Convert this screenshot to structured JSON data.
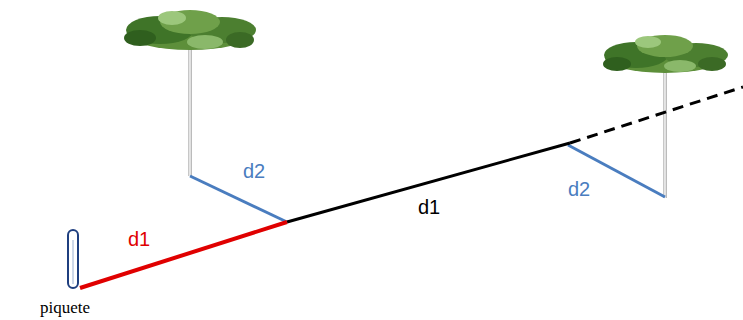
{
  "diagram": {
    "labels": [
      "d2",
      "d1",
      "d1",
      "d2",
      "piquete"
    ]
  }
}
